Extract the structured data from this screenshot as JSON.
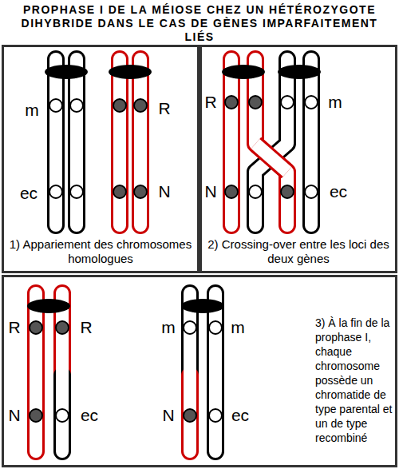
{
  "diagram": {
    "title": "PROPHASE I DE LA MÉIOSE CHEZ UN HÉTÉROZYGOTE DIHYBRIDE DANS LE CAS DE GÈNES IMPARFAITEMENT LIÉS",
    "nodes": [
      {
        "text": [
          "1) Appariement des chromosomes homologues"
        ]
      },
      {
        "text": [
          "2) Crossing-over entre les loci des deux gènes"
        ]
      },
      {
        "text": [
          "3) À la fin de la prophase I, chaque chromosome possède un chromatide de type parental et un de type recombiné"
        ]
      }
    ],
    "labels": [
      "m",
      "ec",
      "R",
      "N",
      "R",
      "N",
      "m",
      "ec",
      "R",
      "R",
      "N",
      "ec",
      "m",
      "m",
      "N",
      "ec"
    ]
  }
}
